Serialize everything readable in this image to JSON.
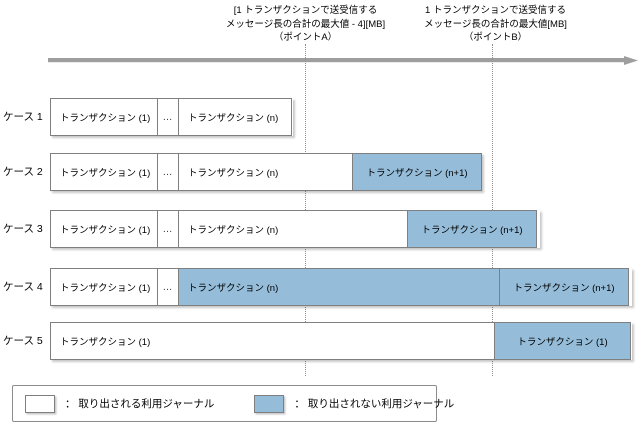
{
  "diagram": {
    "title_hidden": "",
    "colors": {
      "extracted_fill": "#ffffff",
      "not_extracted_fill": "#95bdd9",
      "box_border": "#7f7f7f",
      "axis": "#9e9e9e",
      "guide_line": "#8e8e8e"
    }
  },
  "annotations": {
    "point_a": {
      "line1": "[1 トランザクションで送受信する",
      "line2": "メッセージ長の合計の最大値 - 4][MB]",
      "line3": "（ポイントA）"
    },
    "point_b": {
      "line1": "1 トランザクションで送受信する",
      "line2": "メッセージ長の合計の最大値[MB]",
      "line3": "（ポイントB）"
    }
  },
  "cases": [
    {
      "label": "ケース 1",
      "segments": [
        {
          "text": "トランザクション (1)",
          "fill": "extracted"
        },
        {
          "text": "…",
          "fill": "extracted"
        },
        {
          "text": "トランザクション (n)",
          "fill": "extracted"
        }
      ]
    },
    {
      "label": "ケース 2",
      "segments": [
        {
          "text": "トランザクション (1)",
          "fill": "extracted"
        },
        {
          "text": "…",
          "fill": "extracted"
        },
        {
          "text": "トランザクション (n)",
          "fill": "extracted"
        },
        {
          "text": "トランザクション (n+1)",
          "fill": "not-extracted"
        }
      ]
    },
    {
      "label": "ケース 3",
      "segments": [
        {
          "text": "トランザクション (1)",
          "fill": "extracted"
        },
        {
          "text": "…",
          "fill": "extracted"
        },
        {
          "text": "トランザクション (n)",
          "fill": "extracted"
        },
        {
          "text": "トランザクション (n+1)",
          "fill": "not-extracted"
        }
      ]
    },
    {
      "label": "ケース 4",
      "segments": [
        {
          "text": "トランザクション (1)",
          "fill": "extracted"
        },
        {
          "text": "…",
          "fill": "extracted"
        },
        {
          "text": "トランザクション (n)",
          "fill": "not-extracted"
        },
        {
          "text": "トランザクション (n+1)",
          "fill": "not-extracted"
        }
      ]
    },
    {
      "label": "ケース 5",
      "segments": [
        {
          "text": "トランザクション (1)",
          "fill": "extracted"
        },
        {
          "text": "トランザクション (1)",
          "fill": "not-extracted"
        }
      ]
    }
  ],
  "legend": {
    "extracted": {
      "swatch": "white-box",
      "text": "： 取り出される利用ジャーナル"
    },
    "not_extracted": {
      "swatch": "blue-box",
      "text": "： 取り出されない利用ジャーナル"
    }
  }
}
